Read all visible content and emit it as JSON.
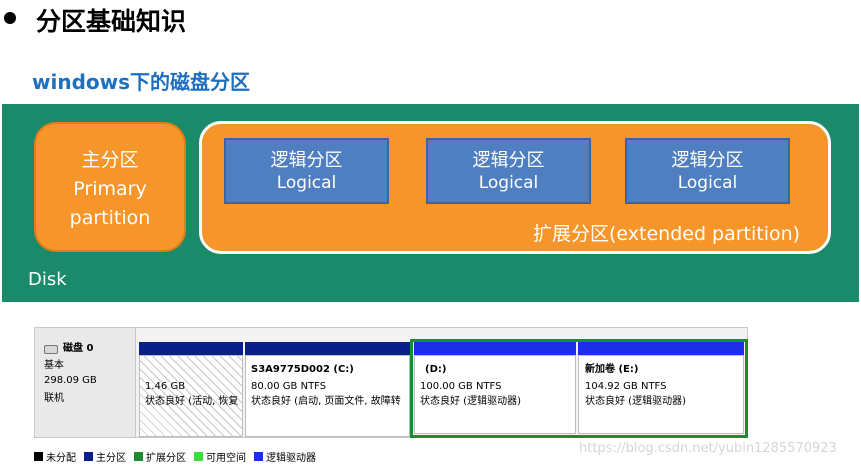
{
  "heading": "分区基础知识",
  "subtitle": "windows下的磁盘分区",
  "diagram": {
    "disk_label": "Disk",
    "primary": {
      "zh": "主分区",
      "en_line1": "Primary",
      "en_line2": "partition"
    },
    "extended_label": "扩展分区(extended partition)",
    "logical": [
      {
        "zh": "逻辑分区",
        "en": "Logical"
      },
      {
        "zh": "逻辑分区",
        "en": "Logical"
      },
      {
        "zh": "逻辑分区",
        "en": "Logical"
      }
    ],
    "colors": {
      "disk": "#1a8a6a",
      "primary": "#f5952a",
      "logical": "#4f7fc0"
    }
  },
  "disk_manager": {
    "disk": {
      "name": "磁盘 0",
      "type": "基本",
      "size": "298.09 GB",
      "status": "联机"
    },
    "partitions": [
      {
        "name": "",
        "size": "1.46 GB",
        "status": "状态良好 (活动, 恢复"
      },
      {
        "name": "S3A9775D002  (C:)",
        "size": "80.00 GB NTFS",
        "status": "状态良好 (启动, 页面文件, 故障转"
      },
      {
        "name": "(D:)",
        "size": "100.00 GB NTFS",
        "status": "状态良好 (逻辑驱动器)"
      },
      {
        "name": "新加卷  (E:)",
        "size": "104.92 GB NTFS",
        "status": "状态良好 (逻辑驱动器)"
      }
    ],
    "legend": [
      {
        "label": "未分配",
        "color": "#000000"
      },
      {
        "label": "主分区",
        "color": "#0b1f8a"
      },
      {
        "label": "扩展分区",
        "color": "#1f8a2f"
      },
      {
        "label": "可用空间",
        "color": "#3cdc3c"
      },
      {
        "label": "逻辑驱动器",
        "color": "#1e2ee6"
      }
    ]
  },
  "watermark": "https://blog.csdn.net/yubin1285570923"
}
